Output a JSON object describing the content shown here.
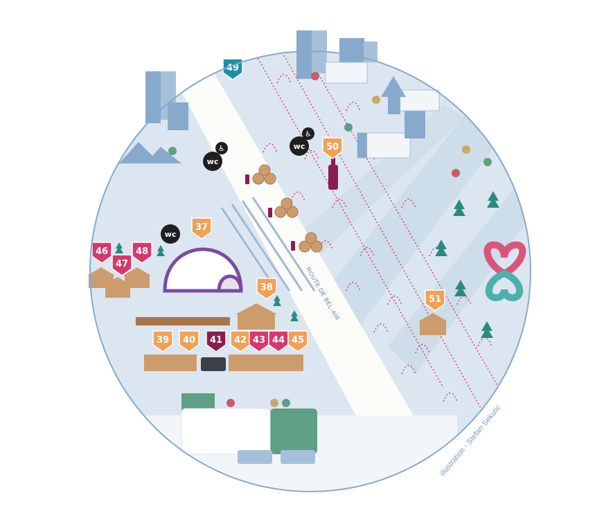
{
  "map": {
    "road_label": "ROUTE DE BEL-AIR",
    "credit": "illustration - Stefan Sekulic",
    "colors": {
      "ground": "#dbe6f0",
      "road": "#fbfcf7",
      "building": "#87a9cc",
      "orange_marker": "#f0a158",
      "pink_marker": "#d6386c",
      "wine_marker": "#8a1d4e",
      "teal_marker": "#1f8ea4",
      "park": "#5e9f85",
      "wood": "#cd9c6d",
      "igloo": "#7a4ba3"
    },
    "markers": [
      {
        "number": "37",
        "color": "orange"
      },
      {
        "number": "38",
        "color": "orange"
      },
      {
        "number": "39",
        "color": "orange"
      },
      {
        "number": "40",
        "color": "orange"
      },
      {
        "number": "41",
        "color": "wine"
      },
      {
        "number": "42",
        "color": "orange"
      },
      {
        "number": "43",
        "color": "pink"
      },
      {
        "number": "44",
        "color": "pink"
      },
      {
        "number": "45",
        "color": "orange"
      },
      {
        "number": "46",
        "color": "pink"
      },
      {
        "number": "47",
        "color": "pink"
      },
      {
        "number": "48",
        "color": "pink"
      },
      {
        "number": "49",
        "color": "teal"
      },
      {
        "number": "50",
        "color": "orange"
      },
      {
        "number": "51",
        "color": "orange"
      }
    ],
    "wc_label": "wc",
    "icons": [
      "wc-icon",
      "wheelchair-icon",
      "wine-bottle-icon",
      "barrel-icon",
      "igloo-icon",
      "chalet-icon",
      "fir-tree-icon",
      "bus-icon",
      "cyclist-icon",
      "heart-logo-icon"
    ]
  }
}
